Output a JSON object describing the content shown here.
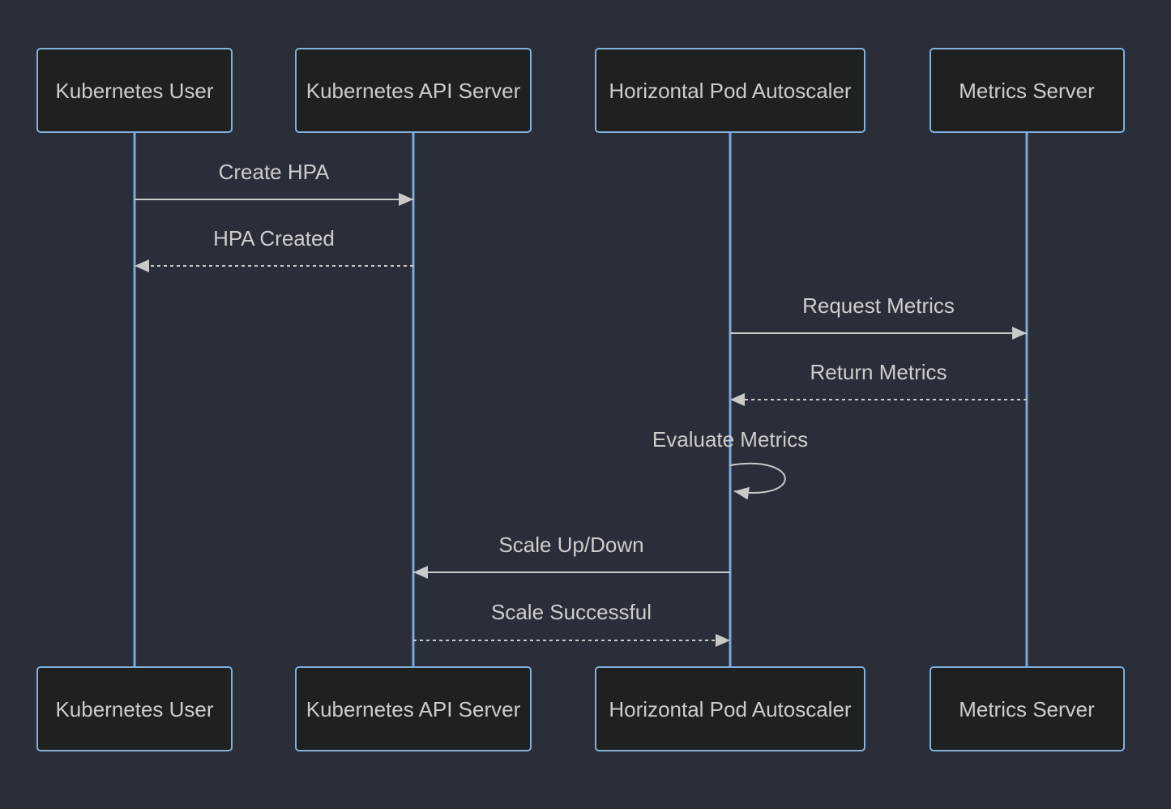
{
  "diagram": {
    "type": "sequence",
    "theme": {
      "background": "#2a2e39",
      "actor_fill": "#1f2020",
      "actor_border": "#81b1db",
      "actor_text": "#cccccc",
      "lifeline_color": "#7ea7d8",
      "message_line": "#c9c9c9",
      "message_text": "#cdcdcd"
    },
    "actors": [
      {
        "label": "Kubernetes User"
      },
      {
        "label": "Kubernetes API Server"
      },
      {
        "label": "Horizontal Pod Autoscaler"
      },
      {
        "label": "Metrics Server"
      }
    ],
    "messages": [
      {
        "label": "Create HPA",
        "from": "Kubernetes User",
        "to": "Kubernetes API Server",
        "line": "solid",
        "kind": "request"
      },
      {
        "label": "HPA Created",
        "from": "Kubernetes API Server",
        "to": "Kubernetes User",
        "line": "dashed",
        "kind": "response"
      },
      {
        "label": "Request Metrics",
        "from": "Horizontal Pod Autoscaler",
        "to": "Metrics Server",
        "line": "solid",
        "kind": "request"
      },
      {
        "label": "Return Metrics",
        "from": "Metrics Server",
        "to": "Horizontal Pod Autoscaler",
        "line": "dashed",
        "kind": "response"
      },
      {
        "label": "Evaluate Metrics",
        "from": "Horizontal Pod Autoscaler",
        "to": "Horizontal Pod Autoscaler",
        "line": "solid",
        "kind": "self"
      },
      {
        "label": "Scale Up/Down",
        "from": "Horizontal Pod Autoscaler",
        "to": "Kubernetes API Server",
        "line": "solid",
        "kind": "request"
      },
      {
        "label": "Scale Successful",
        "from": "Kubernetes API Server",
        "to": "Horizontal Pod Autoscaler",
        "line": "dashed",
        "kind": "response"
      }
    ]
  }
}
